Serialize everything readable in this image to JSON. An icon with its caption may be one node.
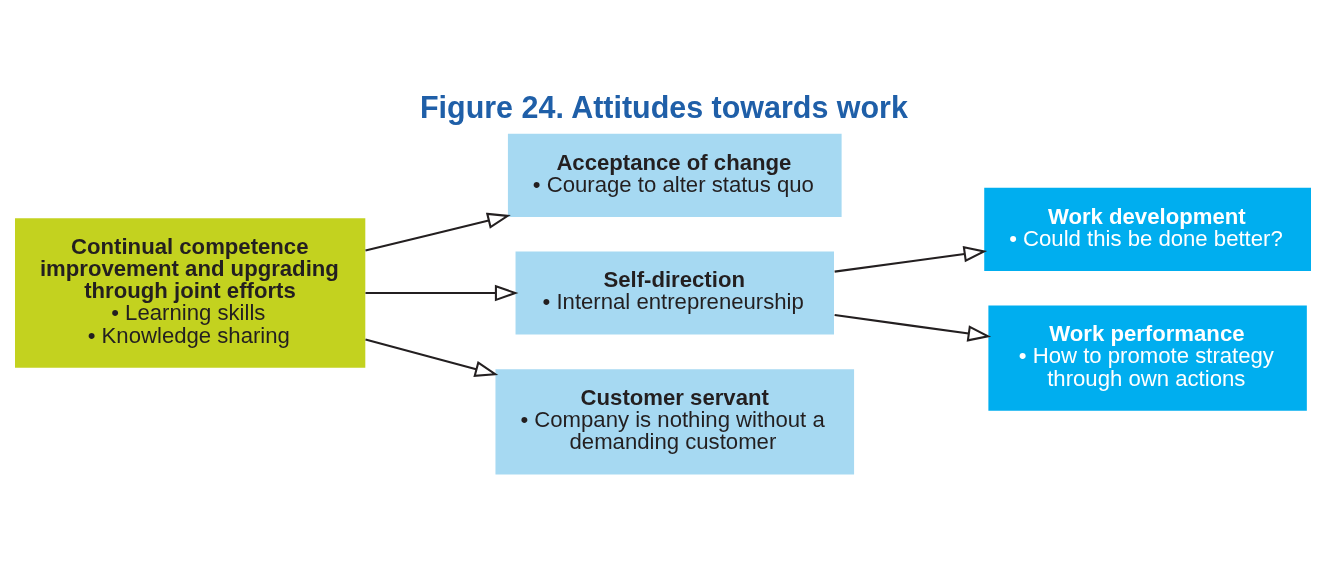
{
  "diagram": {
    "title": "Figure 24. Attitudes towards work",
    "nodes": [
      {
        "text": [
          "Continual competence improvement and upgrading through joint efforts",
          "• Learning skills",
          "• Knowledge sharing"
        ]
      },
      {
        "text": [
          "Acceptance of change",
          "• Courage to alter status quo"
        ]
      },
      {
        "text": [
          "Self-direction",
          "• Internal entrepreneurship"
        ]
      },
      {
        "text": [
          "Customer servant",
          "• Company is nothing without a demanding customer"
        ]
      },
      {
        "text": [
          "Work development",
          "• Could this be done better?"
        ]
      },
      {
        "text": [
          "Work performance",
          "• How to promote strategy through own actions"
        ]
      }
    ],
    "edges": [
      {
        "from": 0,
        "to": 1,
        "arrow": "to"
      },
      {
        "from": 0,
        "to": 2,
        "arrow": "to"
      },
      {
        "from": 0,
        "to": 3,
        "arrow": "to"
      },
      {
        "from": 2,
        "to": 4,
        "arrow": "to"
      },
      {
        "from": 2,
        "to": 5,
        "arrow": "to"
      }
    ]
  }
}
